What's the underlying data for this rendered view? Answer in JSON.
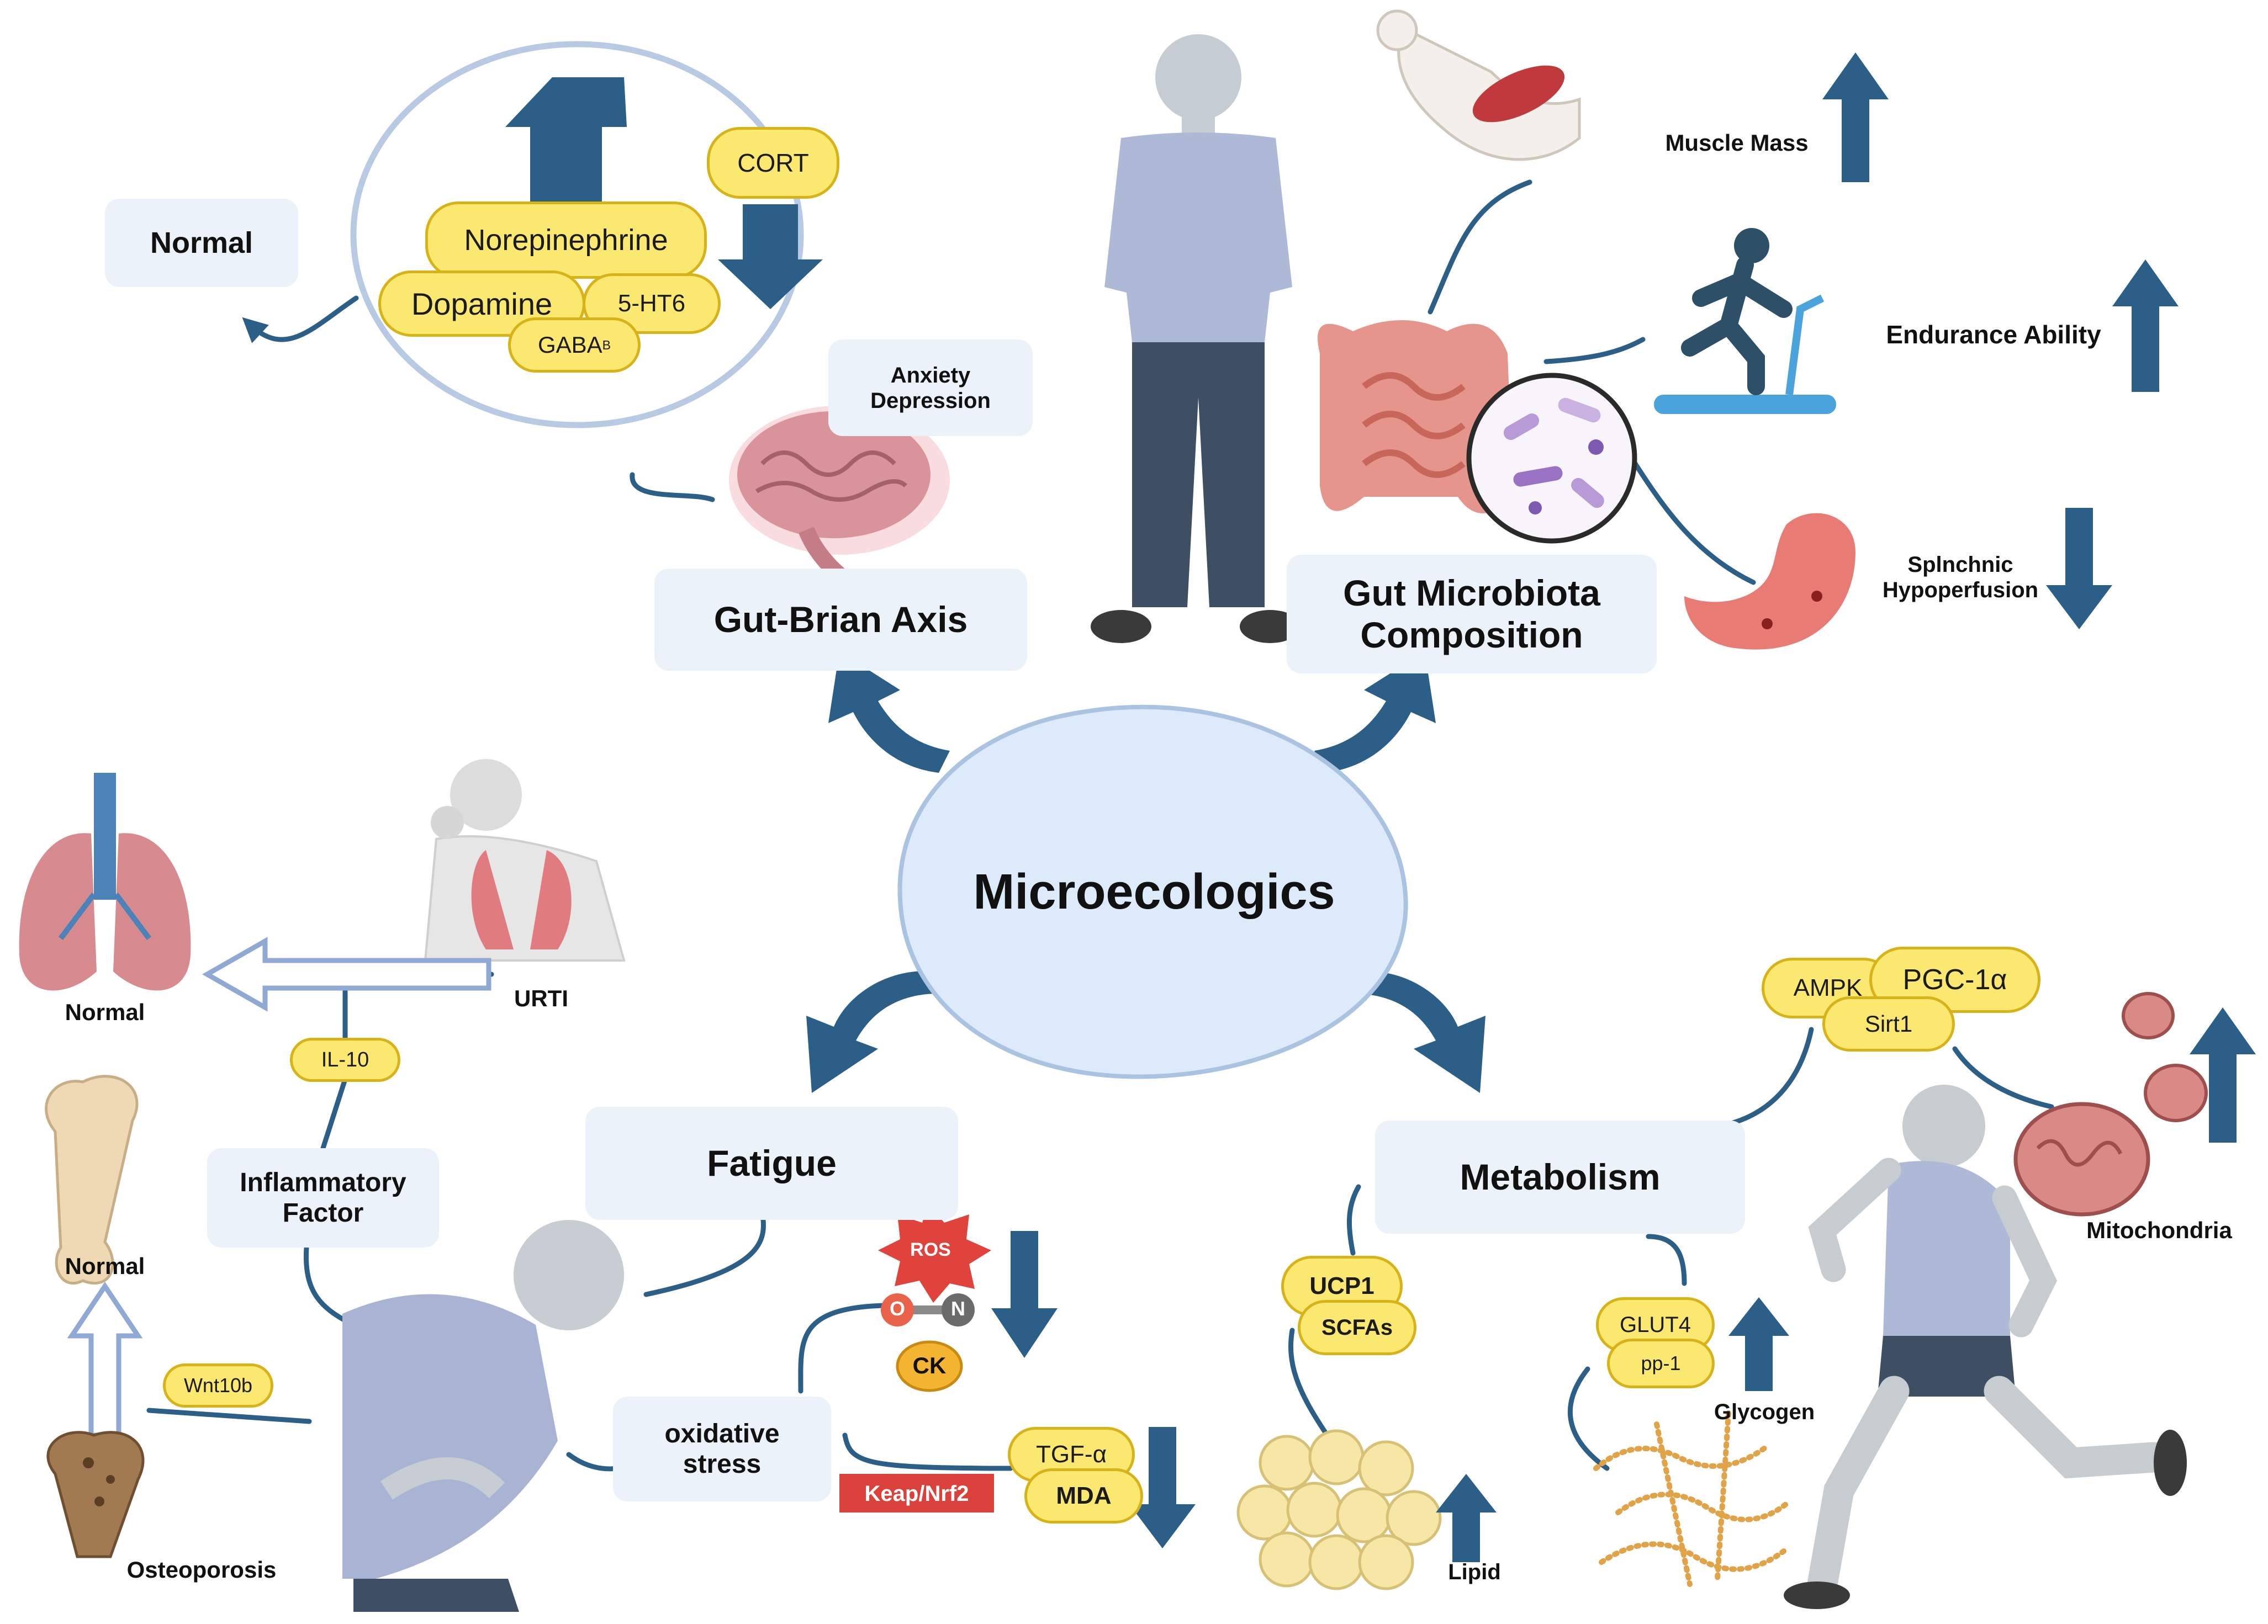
{
  "colors": {
    "arrow": "#2c5f87",
    "box": "#ebf2f9",
    "pill": "#fbe870",
    "pill_border": "#d7b318",
    "keap": "#d9413a",
    "center": "#ddeafa"
  },
  "center": {
    "title": "Microecologics"
  },
  "axis_boxes": {
    "gut_brain": "Gut-Brian Axis",
    "gut_microbiota": "Gut Microbiota\nComposition",
    "fatigue": "Fatigue",
    "metabolism": "Metabolism"
  },
  "brain": {
    "normal": "Normal",
    "anxiety": "Anxiety\nDepression",
    "cort": "CORT",
    "norepinephrine": "Norepinephrine",
    "dopamine": "Dopamine",
    "ht6": "5-HT6",
    "gaba": "GABA",
    "gaba_sub": "B"
  },
  "microbiota": {
    "muscle_mass": "Muscle Mass",
    "endurance": "Endurance Ability",
    "splanchnic": "Splnchnic\nHypoperfusion"
  },
  "immune": {
    "normal_lung": "Normal",
    "urti": "URTI",
    "il10": "IL-10",
    "inflammatory": "Inflammatory\nFactor",
    "normal_bone": "Normal",
    "wnt10b": "Wnt10b",
    "osteoporosis": "Osteoporosis"
  },
  "fatigue_detail": {
    "oxidative": "oxidative\nstress",
    "ros": "ROS",
    "o": "O",
    "n": "N",
    "ck": "CK",
    "tgf": "TGF-α",
    "mda": "MDA",
    "keap": "Keap/Nrf2"
  },
  "metabolism_detail": {
    "ampk": "AMPK",
    "pgc": "PGC-1α",
    "sirt1": "Sirt1",
    "mitochondria": "Mitochondria",
    "ucp1": "UCP1",
    "scfas": "SCFAs",
    "lipid": "Lipid",
    "glut4": "GLUT4",
    "pp1": "pp-1",
    "glycogen": "Glycogen"
  }
}
